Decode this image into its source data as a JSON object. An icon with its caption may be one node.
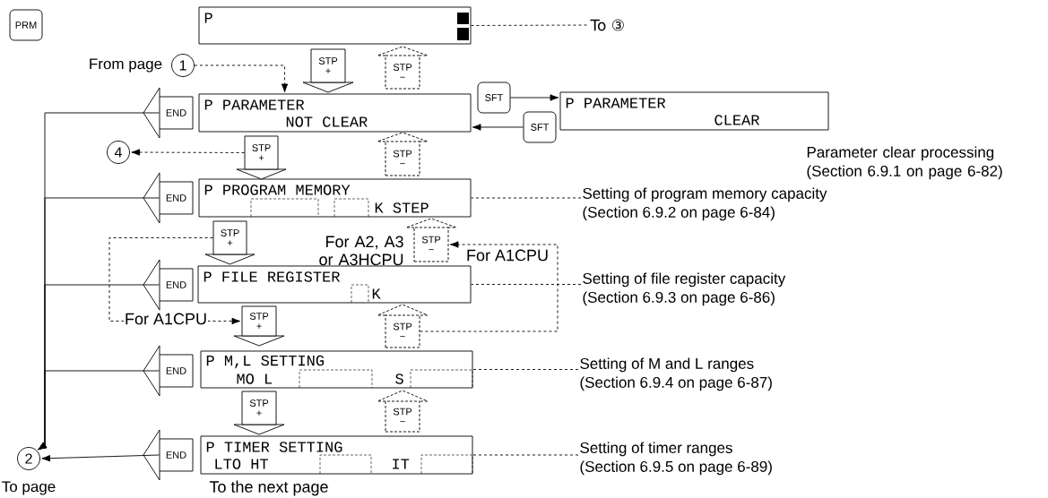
{
  "diagram": {
    "nodes": [
      {
        "text": [
          "P"
        ]
      },
      {
        "text": [
          "P PARAMETER",
          "NOT CLEAR"
        ]
      },
      {
        "text": [
          "P PARAMETER",
          "CLEAR"
        ],
        "beside": [
          "Parameter clear processing (Section 6.9.1 on page 6-82)"
        ]
      },
      {
        "text": [
          "P PROGRAM MEMORY",
          "K STEP"
        ]
      },
      {
        "text": [
          "P FILE REGISTER",
          "K"
        ]
      },
      {
        "text": [
          "P M,L SETTING",
          "MO L",
          "S"
        ]
      },
      {
        "text": [
          "P TIMER SETTING",
          "LTO HT",
          "IT"
        ]
      },
      {
        "text": [
          "PRM"
        ]
      },
      {
        "text": [
          "STP +"
        ]
      },
      {
        "text": [
          "STP −"
        ]
      },
      {
        "text": [
          "SFT"
        ]
      },
      {
        "text": [
          "SFT"
        ]
      },
      {
        "text": [
          "STP +"
        ]
      },
      {
        "text": [
          "STP −"
        ]
      },
      {
        "text": [
          "STP +"
        ]
      },
      {
        "text": [
          "STP −"
        ]
      },
      {
        "text": [
          "STP +"
        ]
      },
      {
        "text": [
          "STP −"
        ]
      },
      {
        "text": [
          "STP +"
        ]
      },
      {
        "text": [
          "STP −"
        ]
      },
      {
        "text": [
          "END"
        ]
      },
      {
        "text": [
          "END"
        ]
      },
      {
        "text": [
          "END"
        ]
      },
      {
        "text": [
          "END"
        ]
      },
      {
        "text": [
          "END"
        ]
      },
      {
        "text": [
          "1"
        ],
        "beside": [
          "From page"
        ]
      },
      {
        "text": [
          "4"
        ]
      },
      {
        "text": [
          "2"
        ],
        "beside": [
          "To page"
        ]
      },
      {
        "text": [
          "To ③"
        ]
      },
      {
        "text": [
          "Setting of program memory capacity",
          "(Section 6.9.2 on page 6-84)"
        ]
      },
      {
        "text": [
          "Setting of file register capacity",
          "(Section 6.9.3 on page 6-86)"
        ]
      },
      {
        "text": [
          "Setting of M and L ranges",
          "(Section 6.9.4 on page 6-87)"
        ]
      },
      {
        "text": [
          "Setting of timer ranges",
          "(Section 6.9.5 on page 6-89)"
        ]
      }
    ],
    "edges": [
      {
        "from": 0,
        "to": 28,
        "arrow": "none",
        "style": "dashed"
      },
      {
        "from": 25,
        "to": 1,
        "arrow": "to",
        "style": "dashed"
      },
      {
        "from": 12,
        "to": 26,
        "arrow": "to",
        "style": "dashed"
      },
      {
        "from": 10,
        "to": 2,
        "arrow": "to"
      },
      {
        "from": 11,
        "to": 1,
        "arrow": "to"
      },
      {
        "from": 14,
        "to": 16,
        "arrow": "to",
        "style": "dashed",
        "label": "For A1CPU"
      },
      {
        "from": 17,
        "to": 15,
        "arrow": "to",
        "style": "dashed",
        "label": "For A1CPU"
      },
      {
        "from": 20,
        "to": 27,
        "arrow": "to"
      },
      {
        "from": 21,
        "to": 27,
        "arrow": "to"
      },
      {
        "from": 22,
        "to": 27,
        "arrow": "to"
      },
      {
        "from": 23,
        "to": 27,
        "arrow": "to"
      },
      {
        "from": 24,
        "to": 27,
        "arrow": "to"
      },
      {
        "from": 29,
        "to": 3,
        "arrow": "none",
        "style": "dashed"
      },
      {
        "from": 30,
        "to": 4,
        "arrow": "none",
        "style": "dashed"
      },
      {
        "from": 31,
        "to": 5,
        "arrow": "none",
        "style": "dashed"
      },
      {
        "from": 32,
        "to": 6,
        "arrow": "none",
        "style": "dashed"
      }
    ],
    "labels": [
      "For A2, A3 or A3HCPU",
      "To the next page"
    ]
  }
}
